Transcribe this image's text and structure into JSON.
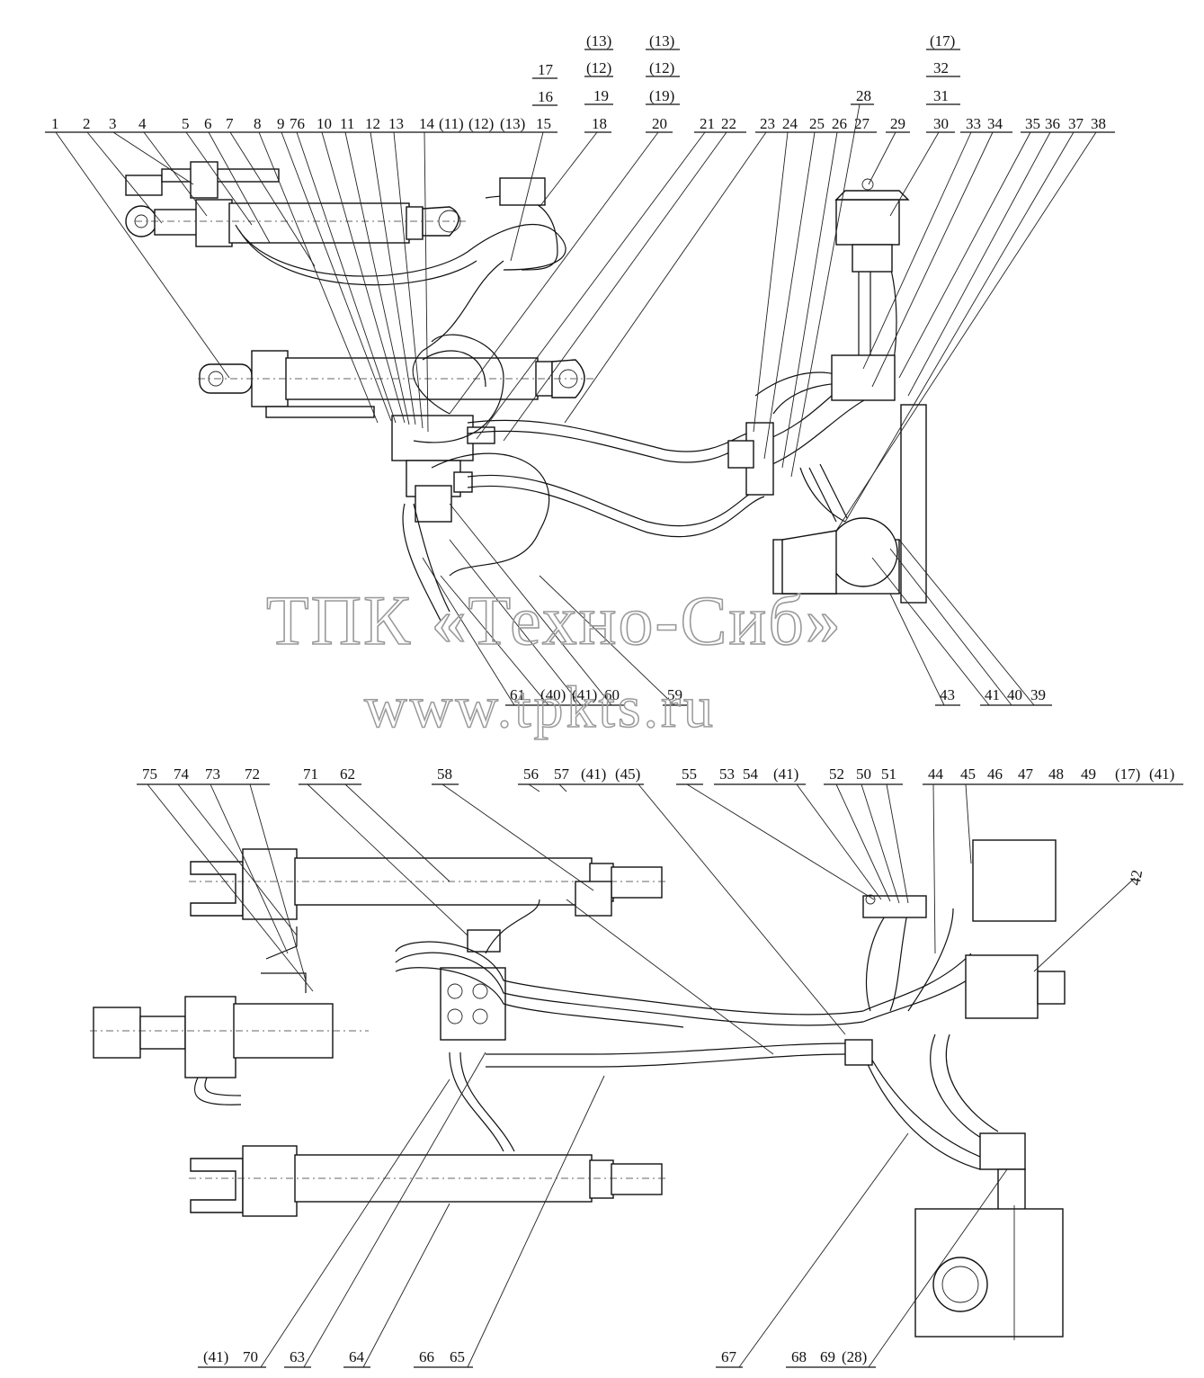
{
  "watermark": {
    "line1": "ТПК «Техно-Сиб»",
    "line2": "www.tpkts.ru"
  },
  "top_view_callouts": {
    "row_top": [
      "1",
      "2",
      "3",
      "4",
      "5",
      "6",
      "7",
      "8",
      "9",
      "76",
      "10",
      "11",
      "12",
      "13",
      "14",
      "(11)",
      "(12)",
      "(13)",
      "15",
      "18",
      "20",
      "21",
      "22",
      "23",
      "24",
      "25",
      "26",
      "27",
      "29",
      "30",
      "33",
      "34",
      "35",
      "36",
      "37",
      "38"
    ],
    "stack_15": [
      "17",
      "16",
      "15"
    ],
    "stack_18": [
      "(13)",
      "(12)",
      "19",
      "18"
    ],
    "stack_20": [
      "(13)",
      "(12)",
      "(19)",
      "20"
    ],
    "stack_30": [
      "(17)",
      "32",
      "31",
      "30"
    ],
    "label_28": "28",
    "bottom": [
      "61",
      "(40)",
      "(41)",
      "60",
      "59",
      "43",
      "41",
      "40",
      "39"
    ]
  },
  "bottom_view_callouts": {
    "row_top": [
      "75",
      "74",
      "73",
      "72",
      "71",
      "62",
      "58",
      "56",
      "57",
      "(41)",
      "(45)",
      "55",
      "53",
      "54",
      "(41)",
      "52",
      "50",
      "51",
      "44",
      "45",
      "46",
      "47",
      "48",
      "49",
      "(17)",
      "(41)"
    ],
    "label_42": "42",
    "bottom": [
      "(41)",
      "70",
      "63",
      "64",
      "66",
      "65",
      "67",
      "68",
      "69",
      "(28)"
    ]
  },
  "colors": {
    "ink": "#111111",
    "paper": "#ffffff",
    "watermark": "#9a9a9a"
  }
}
